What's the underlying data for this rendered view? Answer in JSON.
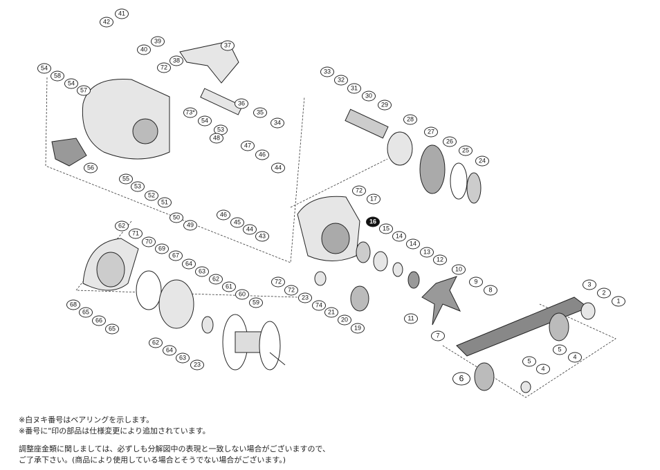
{
  "diagram": {
    "callouts": [
      "41",
      "42",
      "40",
      "39",
      "37",
      "38",
      "72",
      "54",
      "58",
      "54",
      "57",
      "73*",
      "54",
      "36",
      "35",
      "34",
      "53",
      "48",
      "47",
      "46",
      "44",
      "56",
      "55",
      "53",
      "52",
      "51",
      "50",
      "49",
      "46",
      "45",
      "44",
      "43",
      "33",
      "32",
      "31",
      "30",
      "29",
      "28",
      "27",
      "26",
      "25",
      "24",
      "72",
      "17",
      "16",
      "15",
      "14",
      "14",
      "13",
      "12",
      "10",
      "9",
      "8",
      "11",
      "7",
      "62",
      "71",
      "70",
      "69",
      "67",
      "64",
      "63",
      "62",
      "61",
      "60",
      "59",
      "68",
      "65",
      "66",
      "65",
      "62",
      "64",
      "63",
      "23",
      "72",
      "72",
      "23",
      "74",
      "21",
      "20",
      "19",
      "3",
      "2",
      "1",
      "5",
      "4",
      "5",
      "4",
      "6"
    ],
    "bearing_callouts": [
      "16"
    ]
  },
  "notes": {
    "line1": "※白ヌキ番号はベアリングを示します。",
    "line2": "※番号に\"印の部品は仕様変更により追加されています。",
    "line3": "調整座金類に関しましては、必ずしも分解図中の表現と一致しない場合がございますので、",
    "line4": "ご了承下さい。(商品により使用している場合とそうでない場合がございます。)"
  },
  "colors": {
    "line": "#222222",
    "part_fill": "#e6e6e6",
    "part_dark": "#777777"
  }
}
